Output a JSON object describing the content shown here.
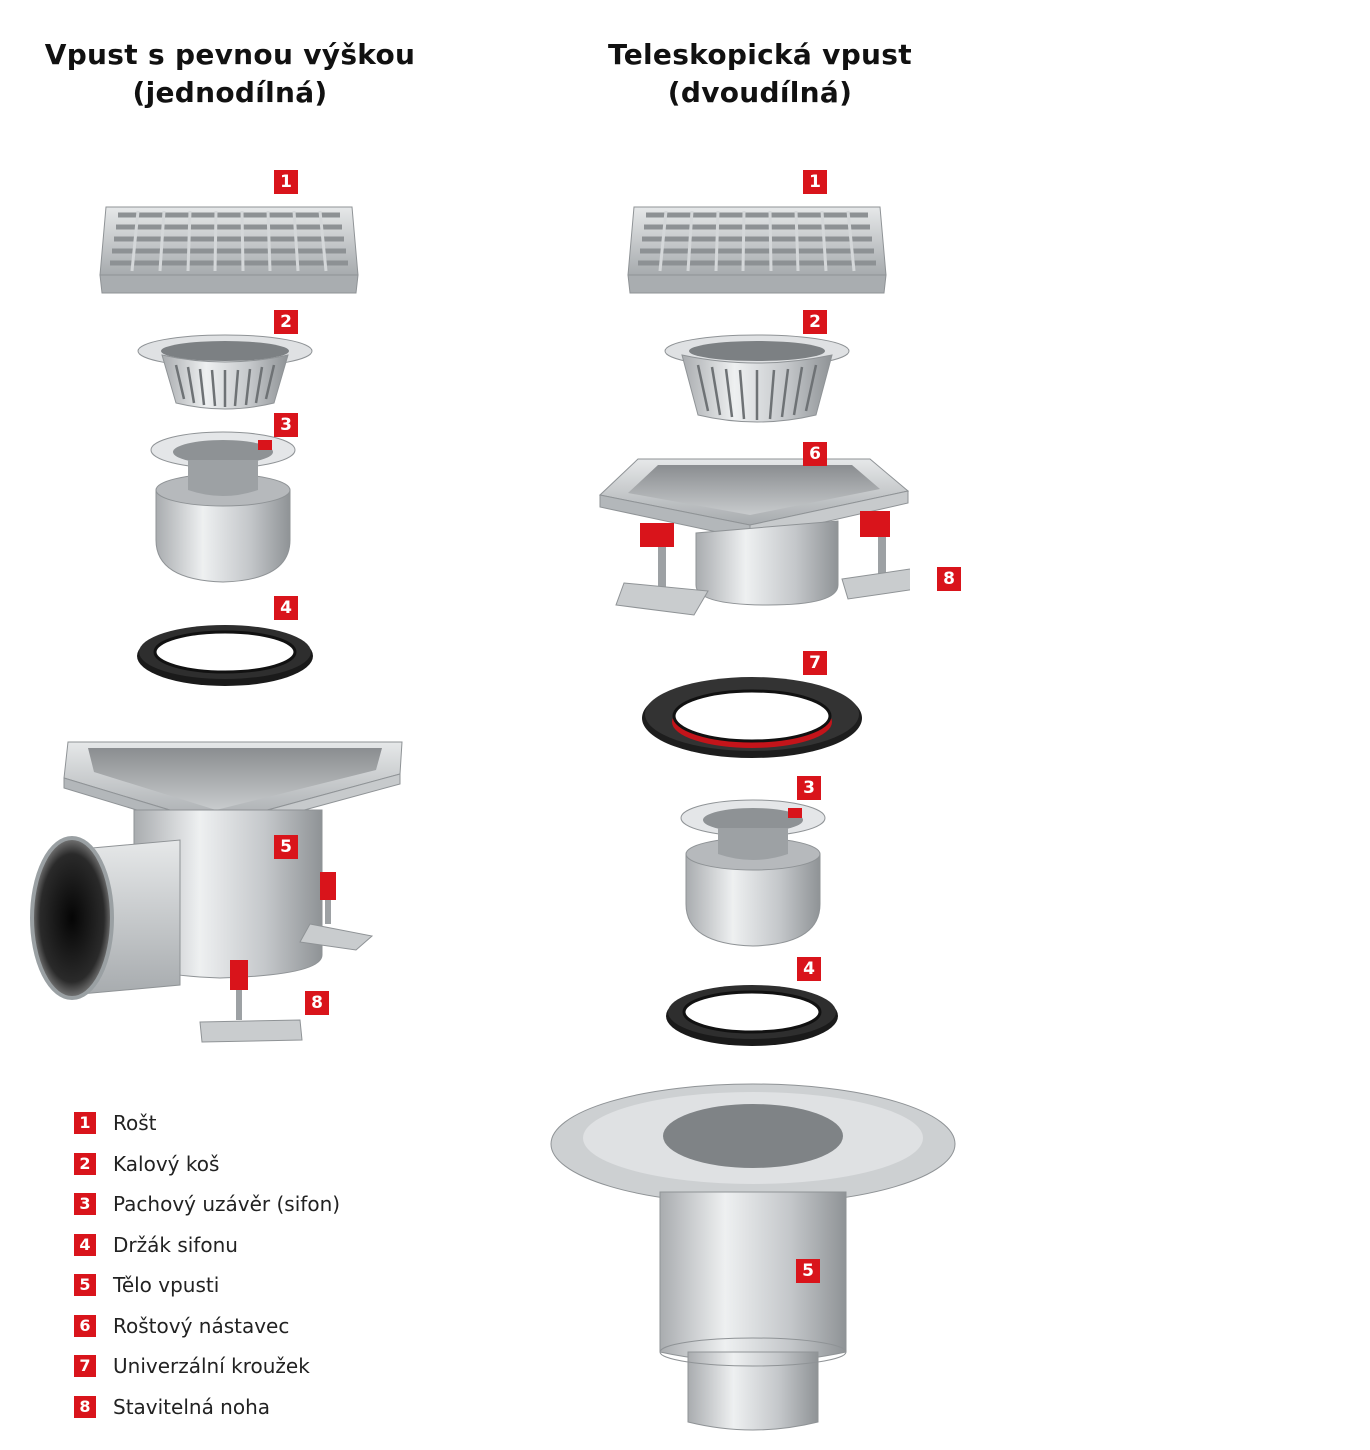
{
  "headings": {
    "left_line1": "Vpust s pevnou výškou",
    "left_line2": "(jednodílná)",
    "right_line1": "Teleskopická vpust",
    "right_line2": "(dvoudílná)"
  },
  "badges": {
    "n1": "1",
    "n2": "2",
    "n3": "3",
    "n4": "4",
    "n5": "5",
    "n6": "6",
    "n7": "7",
    "n8": "8"
  },
  "legend": [
    {
      "num": "1",
      "label": "Rošt"
    },
    {
      "num": "2",
      "label": "Kalový koš"
    },
    {
      "num": "3",
      "label": "Pachový uzávěr (sifon)"
    },
    {
      "num": "4",
      "label": "Držák sifonu"
    },
    {
      "num": "5",
      "label": "Tělo vpusti"
    },
    {
      "num": "6",
      "label": "Roštový nástavec"
    },
    {
      "num": "7",
      "label": "Univerzální kroužek"
    },
    {
      "num": "8",
      "label": "Stavitelná noha"
    }
  ],
  "colors": {
    "accent_red": "#d9141b",
    "steel": "#c9cbcd",
    "rubber": "#1a1a1a"
  }
}
